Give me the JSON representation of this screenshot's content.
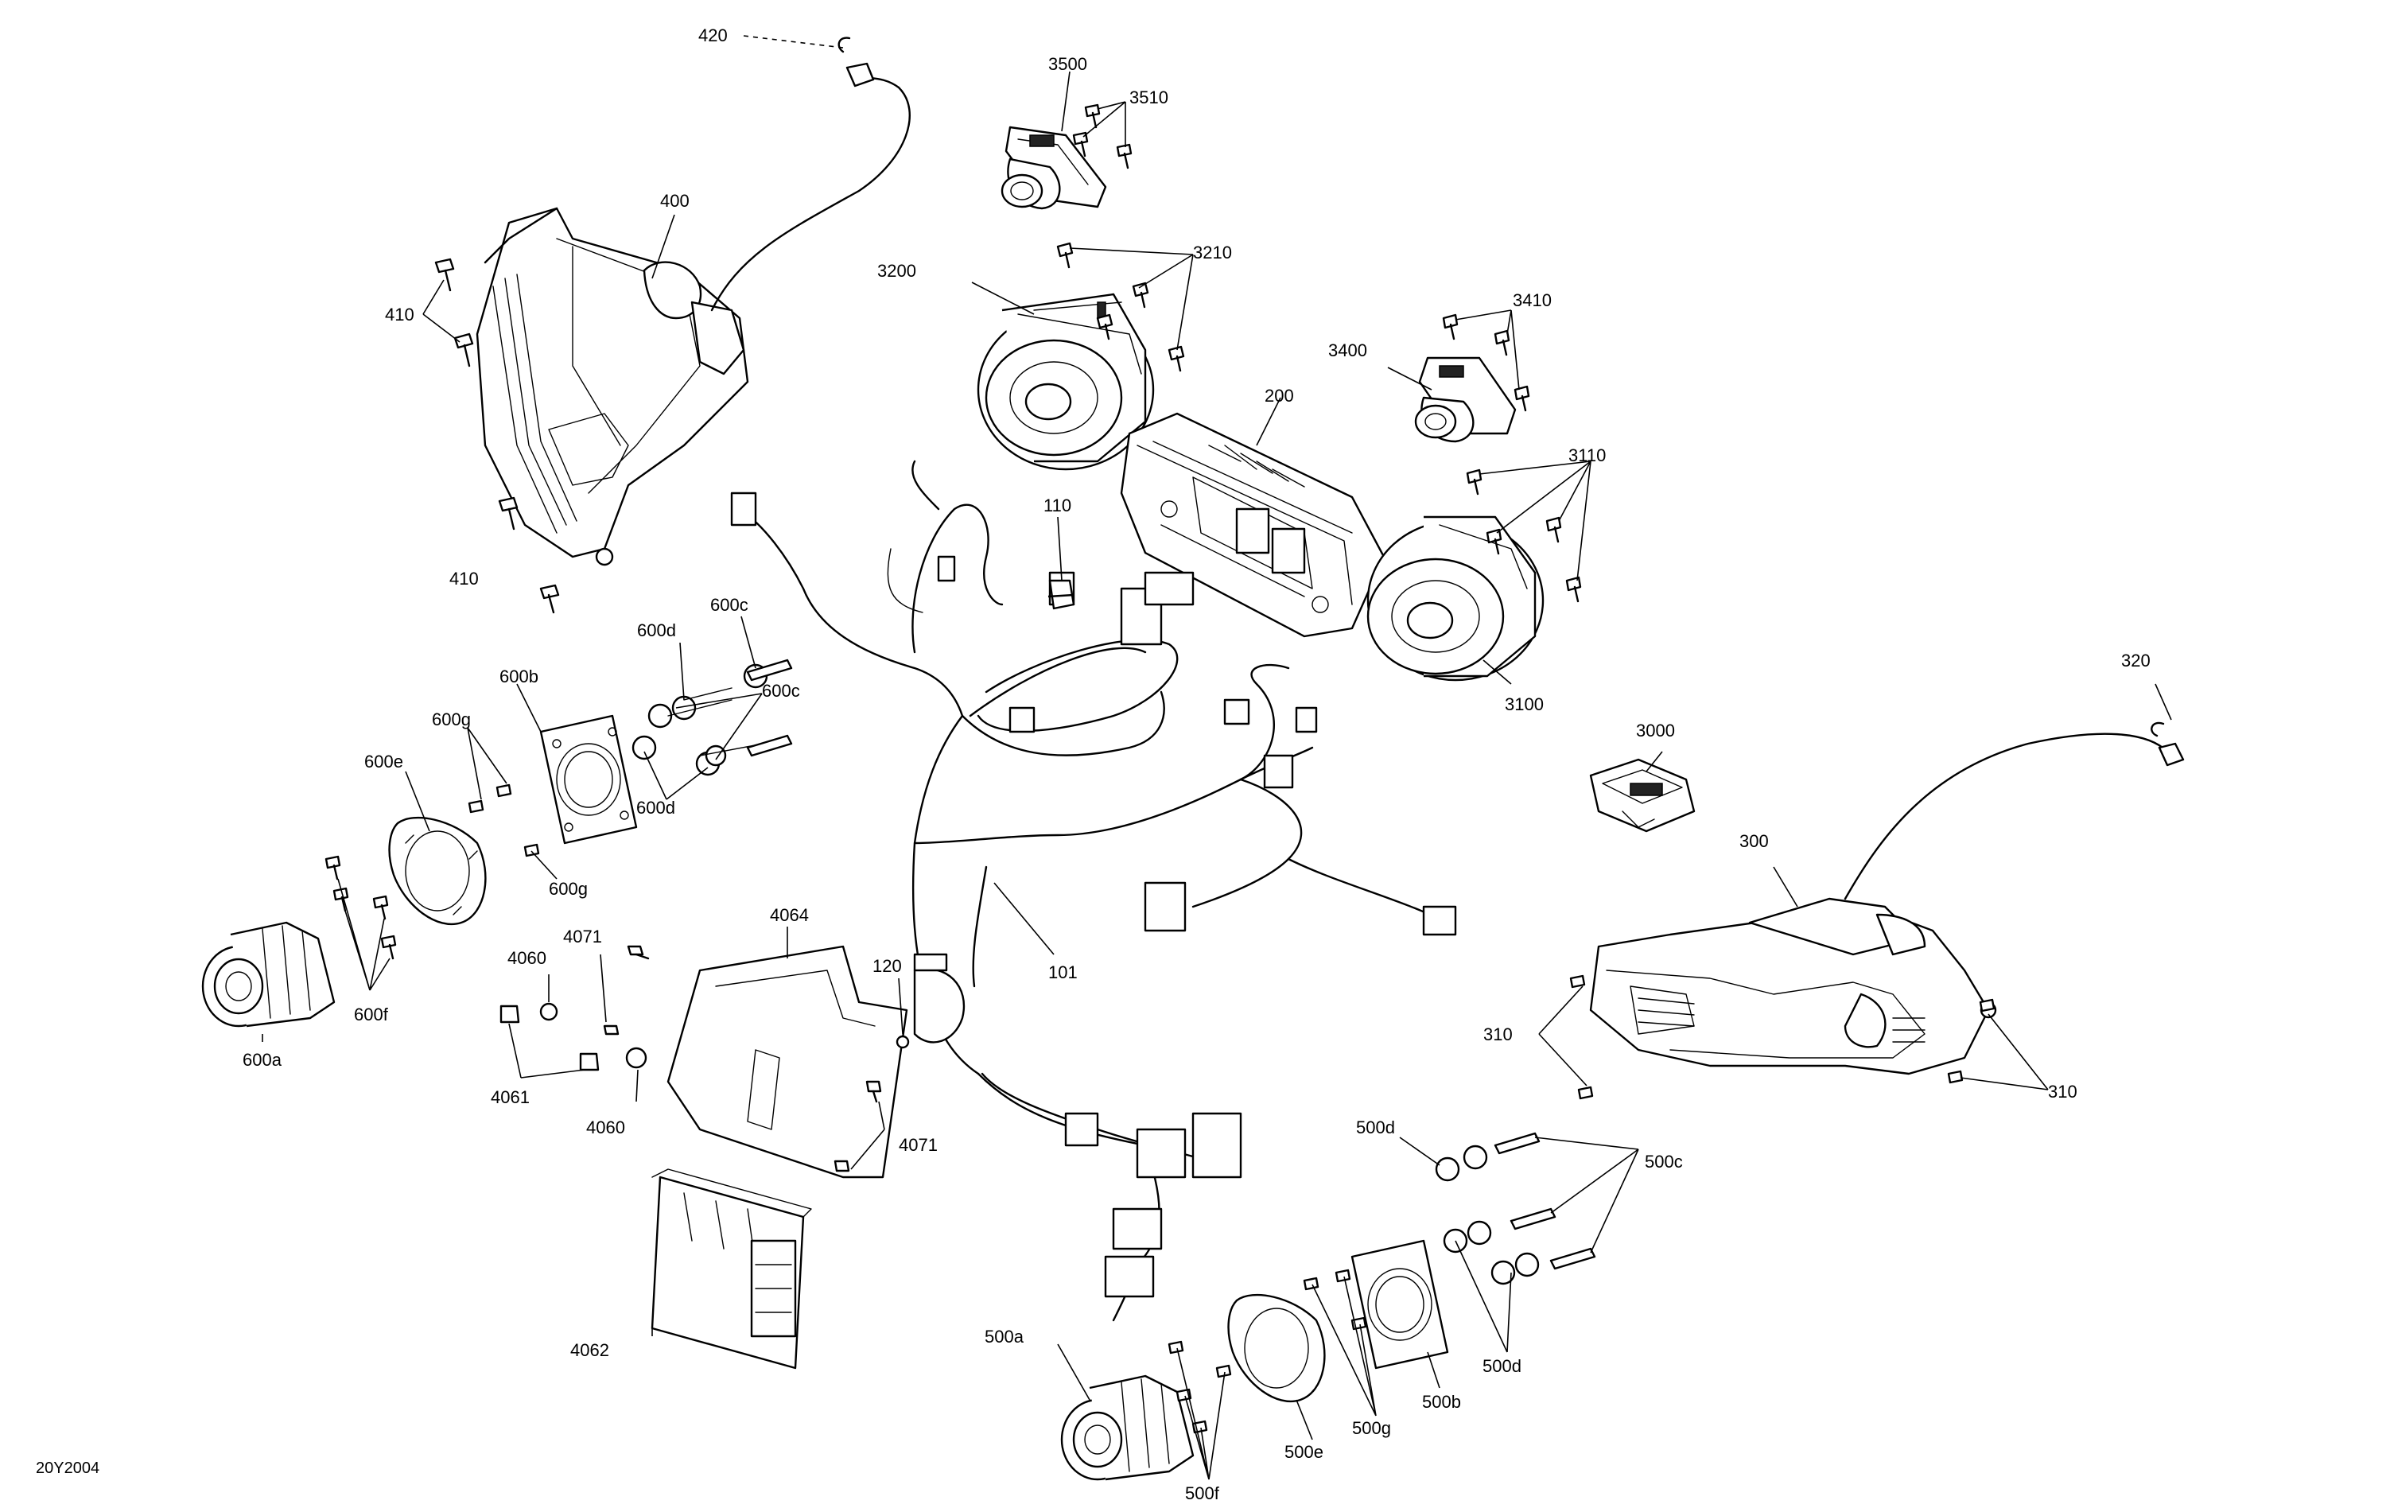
{
  "diagram": {
    "reference_code": "20Y2004",
    "callouts": [
      {
        "id": "c420",
        "text": "420"
      },
      {
        "id": "c3500",
        "text": "3500"
      },
      {
        "id": "c3510",
        "text": "3510"
      },
      {
        "id": "c400",
        "text": "400"
      },
      {
        "id": "c410a",
        "text": "410"
      },
      {
        "id": "c410b",
        "text": "410"
      },
      {
        "id": "c3200",
        "text": "3200"
      },
      {
        "id": "c3210",
        "text": "3210"
      },
      {
        "id": "c3410",
        "text": "3410"
      },
      {
        "id": "c3400",
        "text": "3400"
      },
      {
        "id": "c200",
        "text": "200"
      },
      {
        "id": "c3110",
        "text": "3110"
      },
      {
        "id": "c110",
        "text": "110"
      },
      {
        "id": "c600c1",
        "text": "600c"
      },
      {
        "id": "c600d1",
        "text": "600d"
      },
      {
        "id": "c600c2",
        "text": "600c"
      },
      {
        "id": "c600b",
        "text": "600b"
      },
      {
        "id": "c600g1",
        "text": "600g"
      },
      {
        "id": "c600e",
        "text": "600e"
      },
      {
        "id": "c600d2",
        "text": "600d"
      },
      {
        "id": "c600g2",
        "text": "600g"
      },
      {
        "id": "c3100",
        "text": "3100"
      },
      {
        "id": "c320",
        "text": "320"
      },
      {
        "id": "c3000",
        "text": "3000"
      },
      {
        "id": "c300",
        "text": "300"
      },
      {
        "id": "c4064",
        "text": "4064"
      },
      {
        "id": "c4071a",
        "text": "4071"
      },
      {
        "id": "c4060a",
        "text": "4060"
      },
      {
        "id": "c120",
        "text": "120"
      },
      {
        "id": "c101",
        "text": "101"
      },
      {
        "id": "c600f",
        "text": "600f"
      },
      {
        "id": "c600a",
        "text": "600a"
      },
      {
        "id": "c4061",
        "text": "4061"
      },
      {
        "id": "c4060b",
        "text": "4060"
      },
      {
        "id": "c4071b",
        "text": "4071"
      },
      {
        "id": "c310a",
        "text": "310"
      },
      {
        "id": "c310b",
        "text": "310"
      },
      {
        "id": "c500d1",
        "text": "500d"
      },
      {
        "id": "c500c",
        "text": "500c"
      },
      {
        "id": "c4062",
        "text": "4062"
      },
      {
        "id": "c500d2",
        "text": "500d"
      },
      {
        "id": "c500a",
        "text": "500a"
      },
      {
        "id": "c500b",
        "text": "500b"
      },
      {
        "id": "c500g",
        "text": "500g"
      },
      {
        "id": "c500e",
        "text": "500e"
      },
      {
        "id": "c500f",
        "text": "500f"
      }
    ]
  }
}
